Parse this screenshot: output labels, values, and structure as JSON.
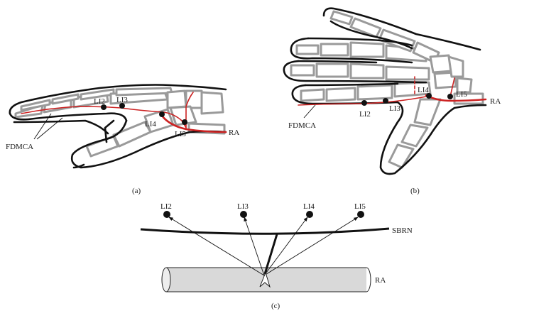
{
  "panel_a": {
    "caption": "(a)",
    "labels": {
      "li2": "LI2",
      "li3": "LI3",
      "li4": "LI4",
      "li5": "LI5",
      "ra": "RA",
      "fdmca": "FDMCA"
    }
  },
  "panel_b": {
    "caption": "(b)",
    "labels": {
      "li2": "LI2",
      "li3": "LI3",
      "li4": "LI4",
      "li5": "LI5",
      "ra": "RA",
      "fdmca": "FDMCA"
    }
  },
  "panel_c": {
    "caption": "(c)",
    "labels": {
      "li2": "LI2",
      "li3": "LI3",
      "li4": "LI4",
      "li5": "LI5",
      "sbrn": "SBRN",
      "ra": "RA"
    }
  },
  "colors": {
    "artery": "#cc2222",
    "bone": "#9a9a9a",
    "outline": "#111111",
    "cylinder": "#d9d9d9"
  }
}
